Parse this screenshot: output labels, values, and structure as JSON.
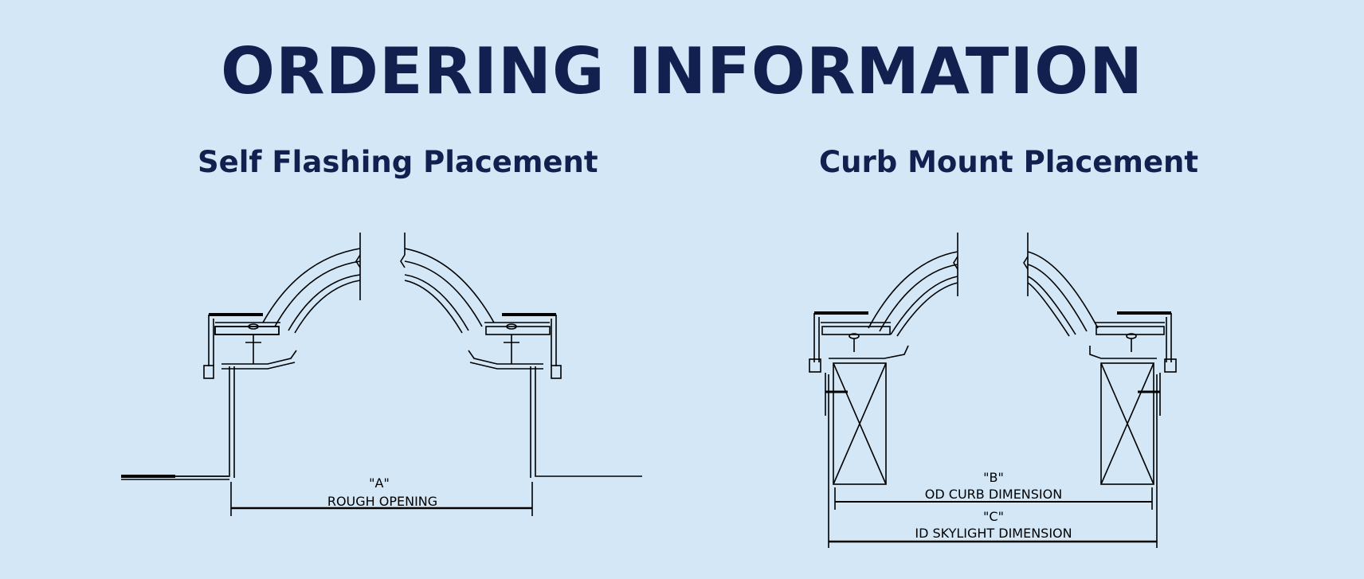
{
  "title": "ORDERING INFORMATION",
  "panels": {
    "left": {
      "heading": "Self Flashing Placement",
      "dim_a_tag": "\"A\"",
      "dim_a_label": "ROUGH OPENING"
    },
    "right": {
      "heading": "Curb Mount Placement",
      "dim_b_tag": "\"B\"",
      "dim_b_label": "OD CURB DIMENSION",
      "dim_c_tag": "\"C\"",
      "dim_c_label": "ID SKYLIGHT DIMENSION"
    }
  },
  "colors": {
    "background": "#d3e7f6",
    "heading": "#12204f",
    "linework": "#000000"
  }
}
